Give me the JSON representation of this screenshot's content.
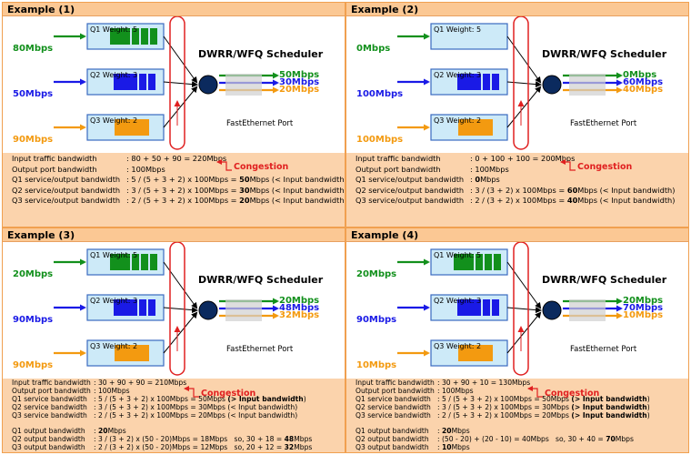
{
  "colors": {
    "green": "#12901c",
    "blue": "#1a1ae6",
    "orange": "#f39a10",
    "red": "#e02020",
    "panel_bg": "#fbd3ac",
    "header_bg": "#fbc894",
    "queue_fill": "#cdeaf8",
    "queue_border": "#3a6ac0"
  },
  "scheduler_title": "DWRR/WFQ Scheduler",
  "port_label": "FastEthernet Port",
  "congestion_label": "Congestion",
  "queues": [
    {
      "label": "Q1 Weight: 5",
      "color": "green"
    },
    {
      "label": "Q2 Weight: 3",
      "color": "blue"
    },
    {
      "label": "Q3 Weight: 2",
      "color": "orange"
    }
  ],
  "examples": [
    {
      "title": "Example (1)",
      "inputs": [
        "80Mbps",
        "50Mbps",
        "90Mbps"
      ],
      "queue_filled": [
        true,
        true,
        true
      ],
      "outputs": [
        "50Mbps",
        "30Mbps",
        "20Mbps"
      ],
      "lines": [
        [
          {
            "t": "Input traffic bandwidth"
          },
          {
            "t": ": 80 + 50 + 90 = 220Mbps"
          }
        ],
        [
          {
            "t": "Output port bandwidth"
          },
          {
            "t": ": 100Mbps"
          }
        ],
        [
          {
            "t": "Q1 service/output bandwidth"
          },
          {
            "t": ": 5 / (5 + 3 + 2) x 100Mbps = "
          },
          {
            "t": "50",
            "b": true
          },
          {
            "t": "Mbps (< Input bandwidth)"
          }
        ],
        [
          {
            "t": "Q2 service/output bandwidth"
          },
          {
            "t": ": 3 / (5 + 3 + 2) x 100Mbps = "
          },
          {
            "t": "30",
            "b": true
          },
          {
            "t": "Mbps (< Input bandwidth)"
          }
        ],
        [
          {
            "t": "Q3 service/output bandwidth"
          },
          {
            "t": ": 2 / (5 + 3 + 2) x 100Mbps = "
          },
          {
            "t": "20",
            "b": true
          },
          {
            "t": "Mbps (< Input bandwidth)"
          }
        ]
      ]
    },
    {
      "title": "Example (2)",
      "inputs": [
        "0Mbps",
        "100Mbps",
        "100Mbps"
      ],
      "queue_filled": [
        false,
        true,
        true
      ],
      "outputs": [
        "0Mbps",
        "60Mbps",
        "40Mbps"
      ],
      "lines": [
        [
          {
            "t": "Input traffic bandwidth"
          },
          {
            "t": ": 0 + 100 + 100 = 200Mbps"
          }
        ],
        [
          {
            "t": "Output port bandwidth"
          },
          {
            "t": ": 100Mbps"
          }
        ],
        [
          {
            "t": "Q1 service/output bandwidth"
          },
          {
            "t": ": "
          },
          {
            "t": "0",
            "b": true
          },
          {
            "t": "Mbps"
          }
        ],
        [
          {
            "t": "Q2 service/output bandwidth"
          },
          {
            "t": ": 3 / (3 + 2) x 100Mbps = "
          },
          {
            "t": "60",
            "b": true
          },
          {
            "t": "Mbps (< Input bandwidth)"
          }
        ],
        [
          {
            "t": "Q3 service/output bandwidth"
          },
          {
            "t": ": 2 / (3 + 2) x 100Mbps = "
          },
          {
            "t": "40",
            "b": true
          },
          {
            "t": "Mbps (< Input bandwidth)"
          }
        ]
      ]
    },
    {
      "title": "Example (3)",
      "inputs": [
        "20Mbps",
        "90Mbps",
        "90Mbps"
      ],
      "queue_filled": [
        true,
        true,
        true
      ],
      "outputs": [
        "20Mbps",
        "48Mbps",
        "32Mbps"
      ],
      "lines": [
        [
          {
            "t": "Input traffic bandwidth"
          },
          {
            "t": ": 30 + 90 + 90 = 210Mbps"
          }
        ],
        [
          {
            "t": "Output port bandwidth"
          },
          {
            "t": ": 100Mbps"
          }
        ],
        [
          {
            "t": "Q1 service bandwidth"
          },
          {
            "t": ": 5 / (5 + 3 + 2) x 100Mbps = 50Mbps "
          },
          {
            "t": "(> Input bandwidth",
            "b": true
          },
          {
            "t": ")"
          }
        ],
        [
          {
            "t": "Q2 service bandwidth"
          },
          {
            "t": ": 3 / (5 + 3 + 2) x 100Mbps = 30Mbps (< Input bandwidth)"
          }
        ],
        [
          {
            "t": "Q3 service bandwidth"
          },
          {
            "t": ": 2 / (5 + 3 + 2) x 100Mbps = 20Mbps (< Input bandwidth)"
          }
        ],
        [],
        [
          {
            "t": "Q1 output bandwidth"
          },
          {
            "t": ": "
          },
          {
            "t": "20",
            "b": true
          },
          {
            "t": "Mbps"
          }
        ],
        [
          {
            "t": "Q2 output bandwidth"
          },
          {
            "t": ": 3 / (3 + 2) x (50 - 20)Mbps = 18Mbps   so, 30 + 18 = "
          },
          {
            "t": "48",
            "b": true
          },
          {
            "t": "Mbps"
          }
        ],
        [
          {
            "t": "Q3 output bandwidth"
          },
          {
            "t": ": 2 / (3 + 2) x (50 - 20)Mbps = 12Mbps   so, 20 + 12 = "
          },
          {
            "t": "32",
            "b": true
          },
          {
            "t": "Mbps"
          }
        ]
      ]
    },
    {
      "title": "Example (4)",
      "inputs": [
        "20Mbps",
        "90Mbps",
        "10Mbps"
      ],
      "queue_filled": [
        true,
        true,
        true
      ],
      "outputs": [
        "20Mbps",
        "70Mbps",
        "10Mbps"
      ],
      "lines": [
        [
          {
            "t": "Input traffic bandwidth"
          },
          {
            "t": ": 30 + 90 + 10 = 130Mbps"
          }
        ],
        [
          {
            "t": "Output port bandwidth"
          },
          {
            "t": ": 100Mbps"
          }
        ],
        [
          {
            "t": "Q1 service bandwidth"
          },
          {
            "t": ": 5 / (5 + 3 + 2) x 100Mbps = 50Mbps "
          },
          {
            "t": "(> Input bandwidth",
            "b": true
          },
          {
            "t": ")"
          }
        ],
        [
          {
            "t": "Q2 service bandwidth"
          },
          {
            "t": ": 3 / (5 + 3 + 2) x 100Mbps = 30Mbps "
          },
          {
            "t": "(> Input bandwidth",
            "b": true
          },
          {
            "t": ")"
          }
        ],
        [
          {
            "t": "Q3 service bandwidth"
          },
          {
            "t": ": 2 / (5 + 3 + 2) x 100Mbps = 20Mbps "
          },
          {
            "t": "(> Input bandwidth",
            "b": true
          },
          {
            "t": ")"
          }
        ],
        [],
        [
          {
            "t": "Q1 output bandwidth"
          },
          {
            "t": ": "
          },
          {
            "t": "20",
            "b": true
          },
          {
            "t": "Mbps"
          }
        ],
        [
          {
            "t": "Q2 output bandwidth"
          },
          {
            "t": ": (50 - 20) + (20 - 10) = 40Mbps   so, 30 + 40 = "
          },
          {
            "t": "70",
            "b": true
          },
          {
            "t": "Mbps"
          }
        ],
        [
          {
            "t": "Q3 output bandwidth"
          },
          {
            "t": ": "
          },
          {
            "t": "10",
            "b": true
          },
          {
            "t": "Mbps"
          }
        ]
      ]
    }
  ]
}
